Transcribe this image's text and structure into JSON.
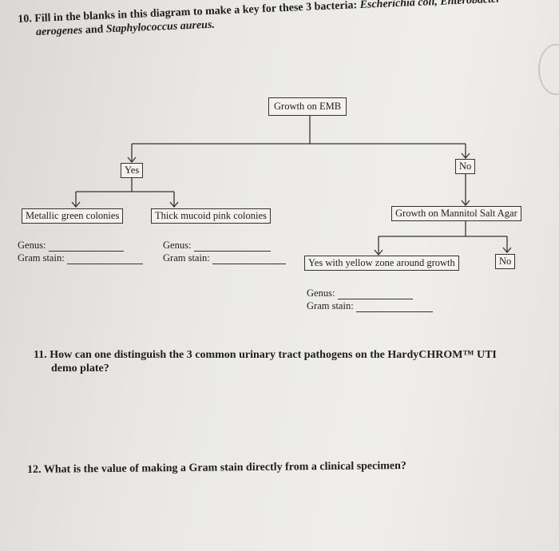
{
  "q10": {
    "number": "10.",
    "line1_pre": "Fill in the blanks in this diagram to make a key for these 3 bacteria: ",
    "line1_italic": "Escherichia coli, Enterobacter",
    "line2_italic1": "aerogenes",
    "line2_and": " and ",
    "line2_italic2": "Staphylococcus aureus."
  },
  "diagram": {
    "root": "Growth on EMB",
    "yes": "Yes",
    "no": "No",
    "metallic": "Metallic green colonies",
    "mucoid": "Thick mucoid pink colonies",
    "mannitol": "Growth on Mannitol Salt Agar",
    "yellow": "Yes with yellow zone around growth",
    "no2": "No",
    "genus_label": "Genus:",
    "gram_label": "Gram stain:"
  },
  "q11": {
    "number": "11.",
    "line1": "How can one distinguish the 3 common urinary tract pathogens on the HardyCHROM™ UTI",
    "line2": "demo plate?"
  },
  "q12": {
    "number": "12.",
    "text": "What is the value of making a Gram stain directly from a clinical specimen?"
  }
}
